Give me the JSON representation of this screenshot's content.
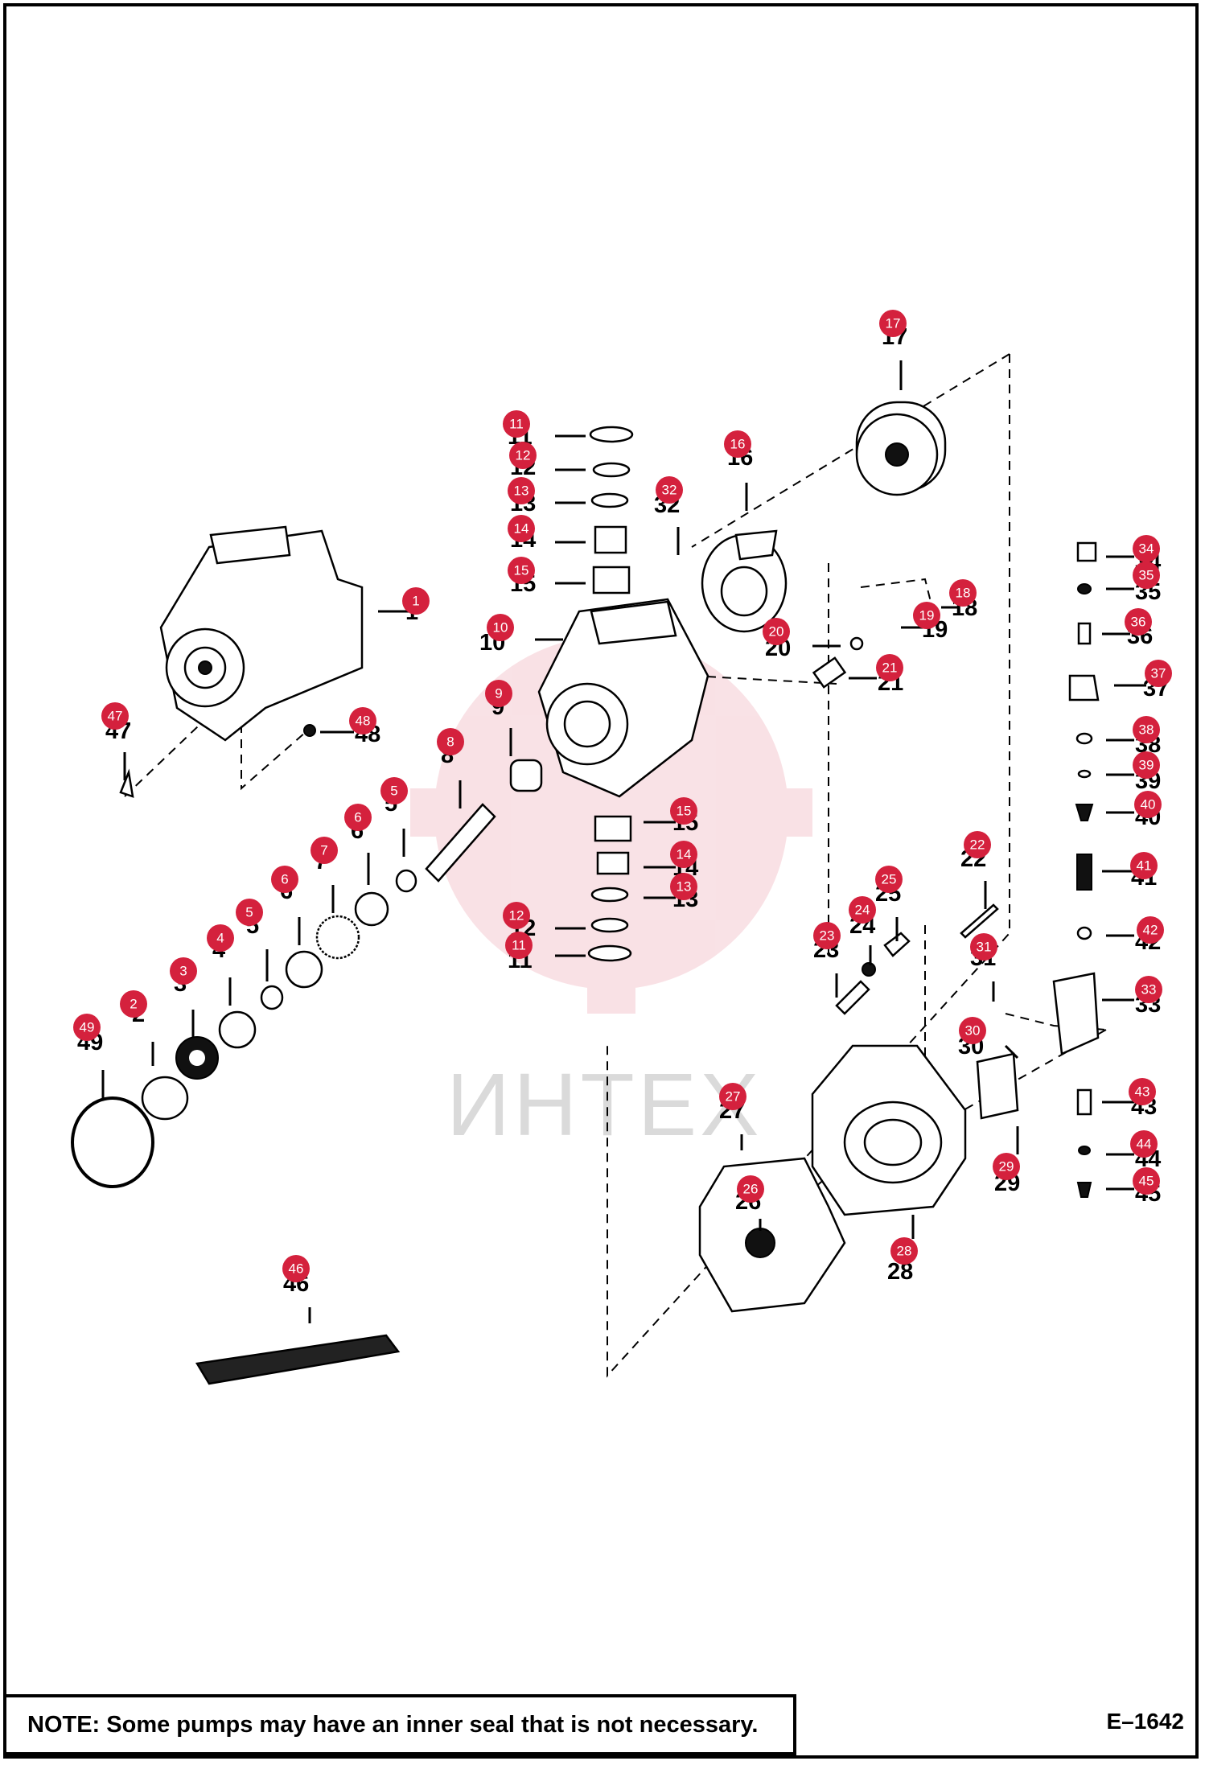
{
  "note": "NOTE: Some pumps may have an inner seal that is not necessary.",
  "drawing_code": "E–1642",
  "watermark": "ИНТЕХ",
  "badge_color": "#d4213d",
  "parts": [
    {
      "id": "1",
      "badge": "1",
      "label": "1"
    },
    {
      "id": "2",
      "badge": "2",
      "label": "2"
    },
    {
      "id": "3",
      "badge": "3",
      "label": "3"
    },
    {
      "id": "4",
      "badge": "4",
      "label": "4"
    },
    {
      "id": "5a",
      "badge": "5",
      "label": "5"
    },
    {
      "id": "6a",
      "badge": "6",
      "label": "6"
    },
    {
      "id": "7",
      "badge": "7",
      "label": "7"
    },
    {
      "id": "6b",
      "badge": "6",
      "label": "6"
    },
    {
      "id": "5b",
      "badge": "5",
      "label": "5"
    },
    {
      "id": "8",
      "badge": "8",
      "label": "8"
    },
    {
      "id": "9",
      "badge": "9",
      "label": "9"
    },
    {
      "id": "10",
      "badge": "10",
      "label": "10"
    },
    {
      "id": "11a",
      "badge": "11",
      "label": "11"
    },
    {
      "id": "12a",
      "badge": "12",
      "label": "12"
    },
    {
      "id": "13a",
      "badge": "13",
      "label": "13"
    },
    {
      "id": "14a",
      "badge": "14",
      "label": "14"
    },
    {
      "id": "15a",
      "badge": "15",
      "label": "15"
    },
    {
      "id": "15b",
      "badge": "15",
      "label": "15"
    },
    {
      "id": "14b",
      "badge": "14",
      "label": "14"
    },
    {
      "id": "13b",
      "badge": "13",
      "label": "13"
    },
    {
      "id": "12b",
      "badge": "12",
      "label": "12"
    },
    {
      "id": "11b",
      "badge": "11",
      "label": "11"
    },
    {
      "id": "16",
      "badge": "16",
      "label": "16"
    },
    {
      "id": "17",
      "badge": "17",
      "label": "17"
    },
    {
      "id": "18",
      "badge": "18",
      "label": "18"
    },
    {
      "id": "19",
      "badge": "19",
      "label": "19"
    },
    {
      "id": "20",
      "badge": "20",
      "label": "20"
    },
    {
      "id": "21",
      "badge": "21",
      "label": "21"
    },
    {
      "id": "22",
      "badge": "22",
      "label": "22"
    },
    {
      "id": "23",
      "badge": "23",
      "label": "23"
    },
    {
      "id": "24",
      "badge": "24",
      "label": "24"
    },
    {
      "id": "25",
      "badge": "25",
      "label": "25"
    },
    {
      "id": "26",
      "badge": "26",
      "label": "26"
    },
    {
      "id": "27",
      "badge": "27",
      "label": "27"
    },
    {
      "id": "28",
      "badge": "28",
      "label": "28"
    },
    {
      "id": "29",
      "badge": "29",
      "label": "29"
    },
    {
      "id": "30",
      "badge": "30",
      "label": "30"
    },
    {
      "id": "31",
      "badge": "31",
      "label": "31"
    },
    {
      "id": "32",
      "badge": "32",
      "label": "32"
    },
    {
      "id": "33",
      "badge": "33",
      "label": "33"
    },
    {
      "id": "34",
      "badge": "34",
      "label": "34"
    },
    {
      "id": "35",
      "badge": "35",
      "label": "35"
    },
    {
      "id": "36",
      "badge": "36",
      "label": "36"
    },
    {
      "id": "37",
      "badge": "37",
      "label": "37"
    },
    {
      "id": "38",
      "badge": "38",
      "label": "38"
    },
    {
      "id": "39",
      "badge": "39",
      "label": "39"
    },
    {
      "id": "40",
      "badge": "40",
      "label": "40"
    },
    {
      "id": "41",
      "badge": "41",
      "label": "41"
    },
    {
      "id": "42",
      "badge": "42",
      "label": "42"
    },
    {
      "id": "43",
      "badge": "43",
      "label": "43"
    },
    {
      "id": "44",
      "badge": "44",
      "label": "44"
    },
    {
      "id": "45",
      "badge": "45",
      "label": "45"
    },
    {
      "id": "46",
      "badge": "46",
      "label": "46"
    },
    {
      "id": "47",
      "badge": "47",
      "label": "47"
    },
    {
      "id": "48",
      "badge": "48",
      "label": "48"
    },
    {
      "id": "49",
      "badge": "49",
      "label": "49"
    }
  ]
}
